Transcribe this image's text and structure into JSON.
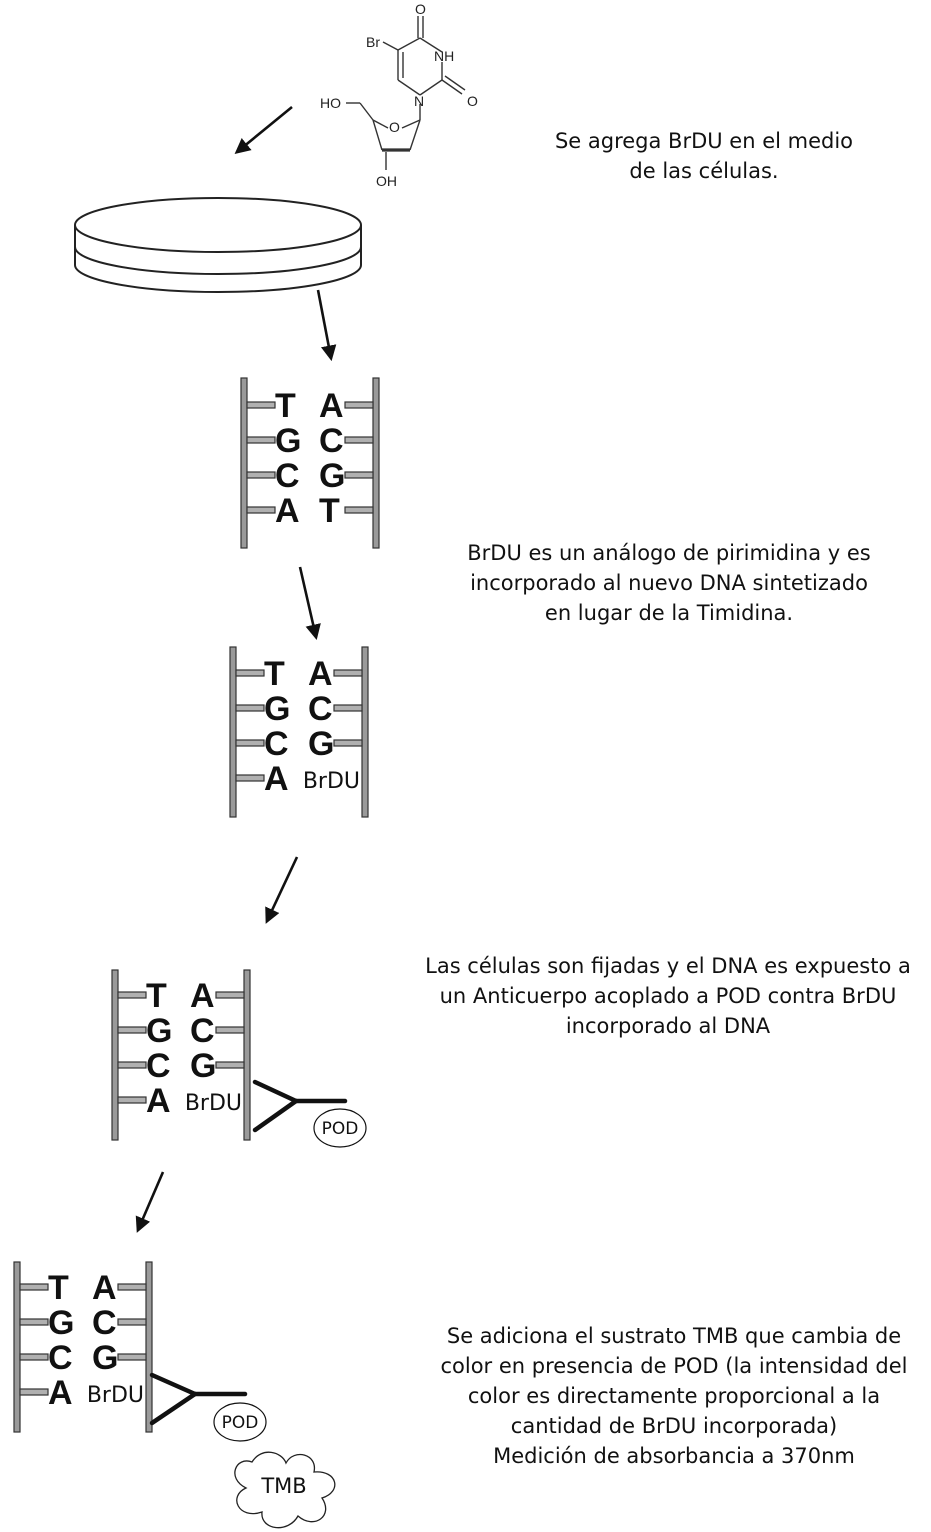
{
  "molecule": {
    "atoms": {
      "br": "Br",
      "o_top": "O",
      "nh": "NH",
      "n": "N",
      "o_right": "O",
      "ho": "HO",
      "o_ring": "O",
      "oh": "OH"
    }
  },
  "ladders": [
    {
      "pairs": [
        [
          "T",
          "A"
        ],
        [
          "G",
          "C"
        ],
        [
          "C",
          "G"
        ],
        [
          "A",
          "T"
        ]
      ]
    },
    {
      "pairs": [
        [
          "T",
          "A"
        ],
        [
          "G",
          "C"
        ],
        [
          "C",
          "G"
        ],
        [
          "A",
          "BrDU"
        ]
      ]
    },
    {
      "pairs": [
        [
          "T",
          "A"
        ],
        [
          "G",
          "C"
        ],
        [
          "C",
          "G"
        ],
        [
          "A",
          "BrDU"
        ]
      ]
    },
    {
      "pairs": [
        [
          "T",
          "A"
        ],
        [
          "G",
          "C"
        ],
        [
          "C",
          "G"
        ],
        [
          "A",
          "BrDU"
        ]
      ]
    }
  ],
  "labels": {
    "pod_1": "POD",
    "pod_2": "POD",
    "tmb": "TMB"
  },
  "steps": [
    {
      "lines": [
        "Se agrega BrDU en el medio",
        "de las células."
      ]
    },
    {
      "lines": [
        "BrDU es un análogo de pirimidina y es",
        "incorporado al nuevo DNA sintetizado",
        "en lugar de la Timidina."
      ]
    },
    {
      "lines": [
        "Las células son fijadas y el DNA es expuesto a",
        "un Anticuerpo acoplado a POD contra BrDU",
        "incorporado al DNA"
      ]
    },
    {
      "lines": [
        "Se adiciona el sustrato TMB que cambia de",
        "color en presencia  de POD (la intensidad del",
        "color es directamente proporcional a la",
        "cantidad de BrDU incorporada)",
        "Medición de absorbancia a 370nm"
      ]
    }
  ]
}
